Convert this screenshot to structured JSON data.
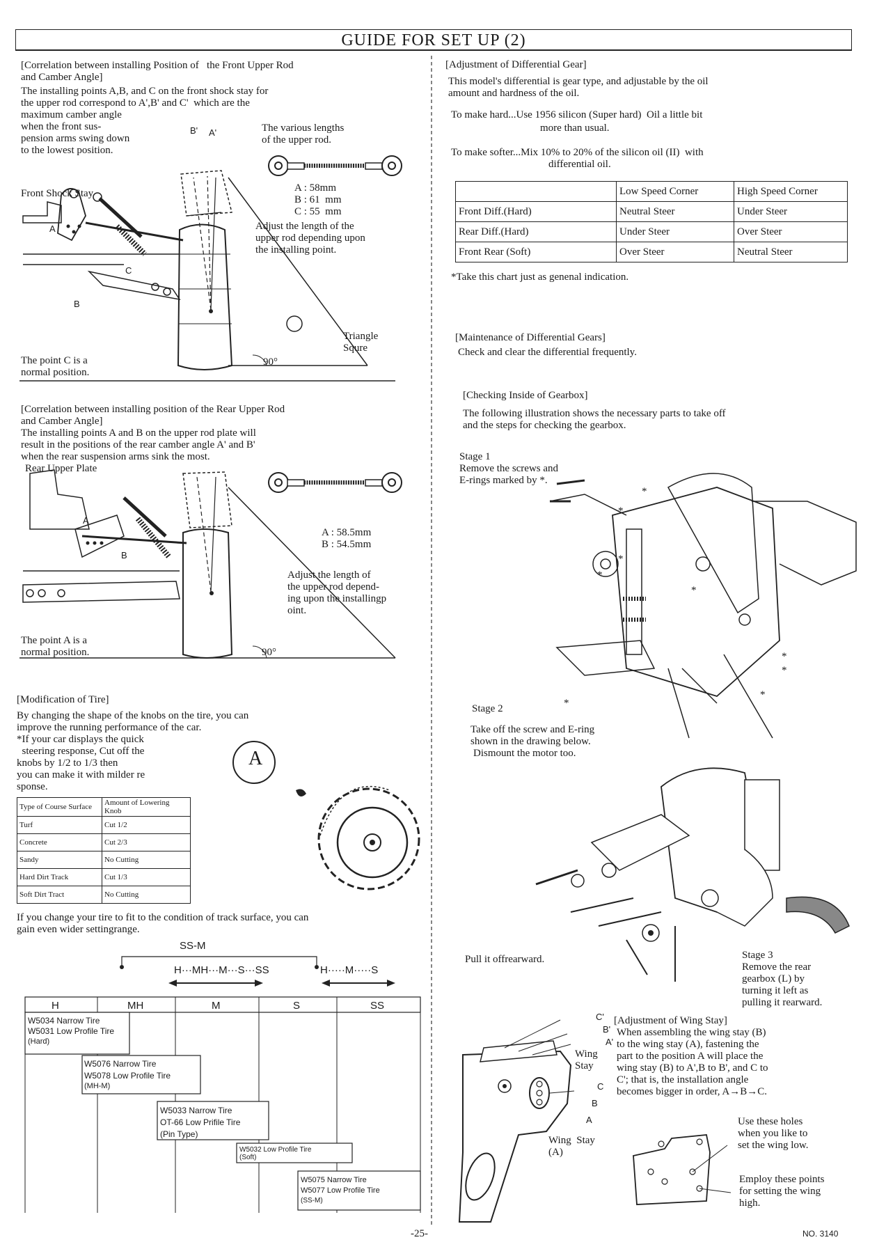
{
  "title": "GUIDE FOR SET UP  (2)",
  "front": {
    "heading_1": "[Correlation between installing Position of   the Front Upper Rod",
    "heading_2": "and Camber Angle]",
    "body": [
      "The installing points A,B, and C on the front shock stay for",
      "the upper rod correspond to A',B' and C'  which are the",
      "maximum camber angle",
      "when the front sus-",
      "pension arms swing down",
      "to the lowest position."
    ],
    "lengths_note": [
      "The various lengths",
      "of the upper rod."
    ],
    "lengths": [
      "A : 58mm",
      "B : 61  mm",
      "C : 55  mm"
    ],
    "adjust": [
      "Adjust the length of the",
      "upper rod depending upon",
      "the installing point."
    ],
    "shock_stay_label": "Front Shock Stay",
    "point_note": [
      "The point C is a",
      "normal position."
    ],
    "triangle": [
      "Triangle",
      "Squre"
    ],
    "angle": "90°",
    "labels": {
      "a": "A",
      "b": "B",
      "c": "C",
      "bp": "B'",
      "ap": "A'"
    }
  },
  "rear": {
    "heading_1": "[Correlation between installing position of the Rear Upper Rod",
    "heading_2": "and Camber Angle]",
    "body": [
      "The installing points A and B on the upper rod plate will",
      "result in the positions of the rear camber angle A' and B'",
      "when the rear suspension arms sink the most."
    ],
    "plate_label": "Rear Upper Plate",
    "lengths": [
      "A : 58.5mm",
      "B : 54.5mm"
    ],
    "adjust": [
      "Adjust the length of",
      "the upper rod depend-",
      "ing upon the installingp",
      "oint."
    ],
    "point_note": [
      "The point A is a",
      "normal position."
    ],
    "angle": "90°",
    "labels": {
      "a": "A",
      "b": "B"
    }
  },
  "tire": {
    "heading": "[Modification of Tire]",
    "body": [
      "By changing the shape of the knobs on the tire, you can",
      "improve the running performance of the car."
    ],
    "note": [
      "*If your car displays the quick",
      "  steering response, Cut off the",
      "knobs by 1/2 to 1/3 then",
      "you can make it with milder re",
      "sponse."
    ],
    "knob_letter": "A",
    "table_header": [
      "Type of Course Surface",
      "Amount of Lowering Knob"
    ],
    "table_rows": [
      [
        "Turf",
        "Cut 1/2"
      ],
      [
        "Concrete",
        "Cut 2/3"
      ],
      [
        "Sandy",
        "No Cutting"
      ],
      [
        "Hard Dirt Track",
        "Cut 1/3"
      ],
      [
        "Soft Dirt Tract",
        "No Cutting"
      ]
    ],
    "footer": [
      "If you change your tire to fit to the condition of track surface, you can",
      "gain even wider settingrange."
    ]
  },
  "scale": {
    "ssm": "SS-M",
    "left_range": "H···MH···M···S···SS",
    "right_range": "H·····M·····S"
  },
  "tire_chart": {
    "headers": [
      "H",
      "MH",
      "M",
      "S",
      "SS"
    ],
    "entries": [
      [
        "W5034 Narrow Tire",
        "W5031 Low Profile Tire",
        "(Hard)"
      ],
      [
        "W5076 Narrow Tire",
        "W5078 Low Profile Tire",
        "(MH-M)"
      ],
      [
        "W5033 Narrow Tire",
        "OT-66 Low Prifile Tire",
        "(Pin Type)"
      ],
      [
        "W5032 Low Profile Tire",
        "(Soft)"
      ],
      [
        "W5075 Narrow Tire",
        "W5077 Low Profile Tire",
        "(SS-M)"
      ]
    ]
  },
  "diff": {
    "heading": "[Adjustment of Differential Gear]",
    "body": [
      "This model's differential is gear type, and adjustable by the oil",
      "amount and hardness of the oil."
    ],
    "hard": [
      "To make hard...Use 1956 silicon (Super hard)  Oil a little bit",
      "more than usual."
    ],
    "soft": [
      "To make softer...Mix 10% to 20% of the silicon oil (II)  with",
      "differential oil."
    ],
    "table_header": [
      "",
      "Low Speed Corner",
      "High Speed Corner"
    ],
    "table_rows": [
      [
        "Front Diff.(Hard)",
        "Neutral Steer",
        "Under Steer"
      ],
      [
        "Rear Diff.(Hard)",
        "Under Steer",
        "Over Steer"
      ],
      [
        "Front Rear (Soft)",
        "Over Steer",
        "Neutral Steer"
      ]
    ],
    "note": "*Take this chart just as genenal indication."
  },
  "maint": {
    "heading": "[Maintenance of Differential Gears]",
    "body": "Check and clear the differential frequently."
  },
  "gearbox": {
    "heading": "[Checking Inside of Gearbox]",
    "body": [
      "The following illustration shows the necessary parts to take off",
      "and the steps for checking the gearbox."
    ],
    "stage1": [
      "Stage 1",
      "Remove the screws and",
      "E-rings marked by *."
    ],
    "stage2_title": "Stage 2",
    "stage2": [
      "Take off the screw and E-ring",
      "shown in the drawing below.",
      "Dismount the motor too."
    ],
    "pull": "Pull it offrearward.",
    "stage3": [
      "Stage 3",
      "Remove the rear",
      "gearbox (L) by",
      "turning it left as",
      "pulling it rearward."
    ],
    "star": "*"
  },
  "wing": {
    "heading": "[Adjustment of Wing Stay]",
    "body": [
      "When assembling the wing stay (B)",
      "to the wing stay (A), fastening the",
      "part to the position A will place the",
      "wing stay (B) to A',B to B', and C to",
      "C'; that is, the installation angle",
      "becomes bigger in order, A→B→C."
    ],
    "labels": {
      "cp": "C'",
      "bp": "B'",
      "ap": "A'",
      "wing_stay": [
        "Wing",
        "Stay"
      ],
      "c": "C",
      "b": "B",
      "a": "A",
      "wing_stay_a": [
        "Wing  Stay",
        "(A)"
      ]
    },
    "low_note": [
      "Use these holes",
      "when you like to",
      "set the wing low."
    ],
    "high_note": [
      "Employ these points",
      "for setting the wing",
      "high."
    ]
  },
  "page_number": "-25-",
  "doc_number": "NO. 3140"
}
